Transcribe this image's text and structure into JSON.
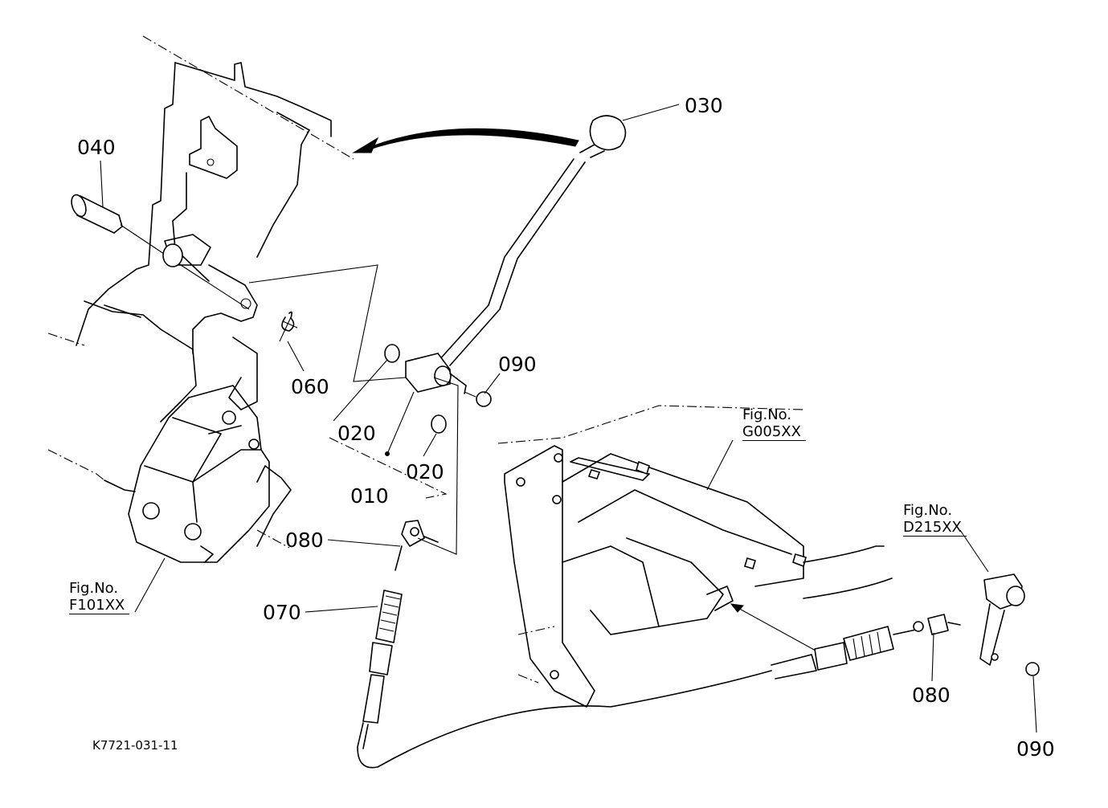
{
  "diagram": {
    "drawing_code": "K7721-031-11",
    "part_labels": {
      "p010": "010",
      "p020a": "020",
      "p020b": "020",
      "p030": "030",
      "p040": "040",
      "p060": "060",
      "p070": "070",
      "p080a": "080",
      "p080b": "080",
      "p090a": "090",
      "p090b": "090"
    },
    "figure_refs": {
      "f101": {
        "caption": "Fig.No.",
        "code": "F101XX"
      },
      "g005": {
        "caption": "Fig.No.",
        "code": "G005XX"
      },
      "d215": {
        "caption": "Fig.No.",
        "code": "D215XX"
      }
    }
  }
}
